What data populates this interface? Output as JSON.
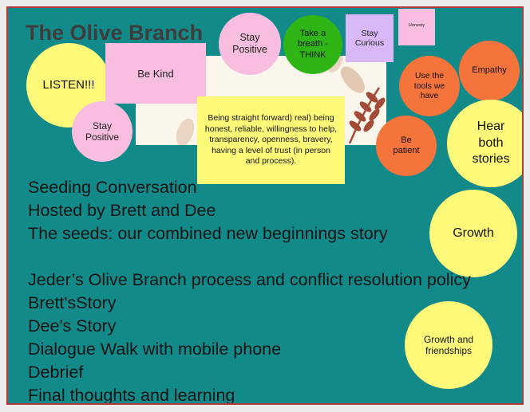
{
  "board": {
    "title": "The Olive Branch",
    "stickies": {
      "listen": "LISTEN!!!",
      "be_kind": "Be Kind",
      "stay_positive_top": "Stay Positive",
      "stay_positive_left": "Stay Positive",
      "take_breath": "Take a breath - THINK",
      "stay_curious": "Stay Curious",
      "honesty": "Honesty",
      "use_tools": "Use the tools we have",
      "empathy": "Empathy",
      "be_patient": "Be patient",
      "hear_both": "Hear both stories",
      "growth": "Growth",
      "growth_friendships": "Growth and friendships",
      "trust_note": "Being straight forward) real) being honest, reliable, willingness to help, transparency, openness, bravery, having a level of trust (in person and process)."
    },
    "agenda": [
      "Seeding Conversation",
      "Hosted by Brett and Dee",
      "The seeds: our combined new beginnings story",
      "Jeder’s Olive Branch process and conflict resolution policy",
      "Brett'sStory",
      "Dee's Story",
      "Dialogue Walk with mobile phone",
      "Debrief",
      "Final thoughts and learning"
    ]
  },
  "colors": {
    "board_bg": "#138a8a",
    "yellow": "#fff97a",
    "pink": "#f9bde0",
    "green": "#2fb516",
    "lavender": "#d9b8f7",
    "orange": "#f4743b"
  }
}
